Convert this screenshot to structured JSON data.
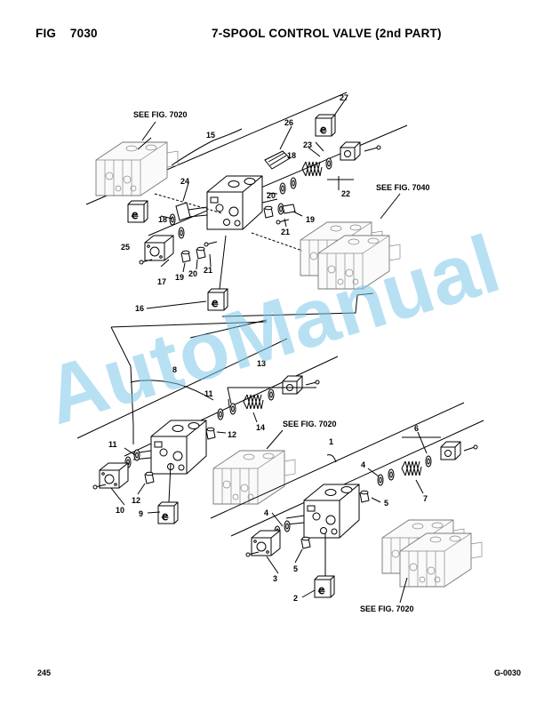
{
  "header": {
    "fig_label": "FIG    7030",
    "title": "7-SPOOL CONTROL VALVE (2nd PART)"
  },
  "footer": {
    "page_number": "245",
    "code": "G-0030"
  },
  "references": [
    "SEE FIG. 7020",
    "SEE FIG. 7040",
    "SEE FIG. 7020",
    "SEE FIG. 7020"
  ],
  "watermark": "AutoManual",
  "callouts": {
    "c27": "27",
    "c26": "26",
    "c23": "23",
    "c18a": "18",
    "c22": "22",
    "c15": "15",
    "c24": "24",
    "c18b": "18",
    "c25": "25",
    "c20a": "20",
    "c19a": "19",
    "c21a": "21",
    "c21b": "21",
    "c20b": "20",
    "c19b": "19",
    "c17": "17",
    "c16": "16",
    "c8": "8",
    "c13": "13",
    "c11a": "11",
    "c14": "14",
    "c12a": "12",
    "c11b": "11",
    "c12b": "12",
    "c10": "10",
    "c9": "9",
    "c1": "1",
    "c6": "6",
    "c4a": "4",
    "c7": "7",
    "c5a": "5",
    "c4b": "4",
    "c5b": "5",
    "c3": "3",
    "c2": "2"
  },
  "tag_glyph": "ꬳ"
}
